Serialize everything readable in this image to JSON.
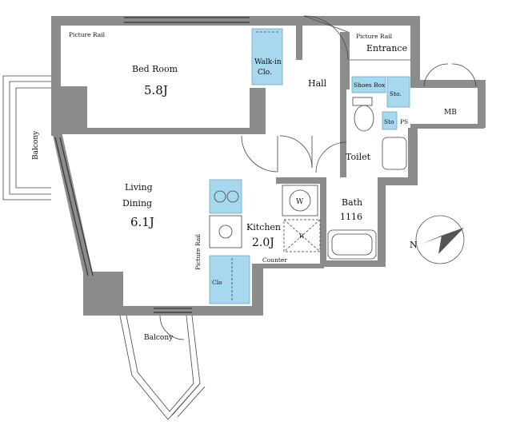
{
  "rooms": {
    "bedroom_name": "Bed Room",
    "bedroom_size": "5.8J",
    "living_line1": "Living",
    "living_line2": "Dining",
    "living_size": "6.1J",
    "kitchen_name": "Kitchen",
    "kitchen_size": "2.0J",
    "hall": "Hall",
    "entrance": "Entrance",
    "toilet": "Toilet",
    "bath_name": "Bath",
    "bath_size": "1116",
    "walkin_line1": "Walk-in",
    "walkin_line2": "Clo.",
    "mb": "MB"
  },
  "labels": {
    "picture_rail_bedroom": "Picture Rail",
    "picture_rail_entrance": "Picture Rail",
    "picture_rail_kitchen": "Picture Rail",
    "balcony_left": "Balcony",
    "balcony_bottom": "Balcony",
    "shoes_box": "Shoes Box",
    "storage_entrance": "Sto.",
    "storage_small": "Sto",
    "ps": "PS",
    "washer": "W",
    "refrigerator": "R",
    "counter": "Counter",
    "closet": "Clo"
  },
  "compass": {
    "north_letter": "N"
  }
}
